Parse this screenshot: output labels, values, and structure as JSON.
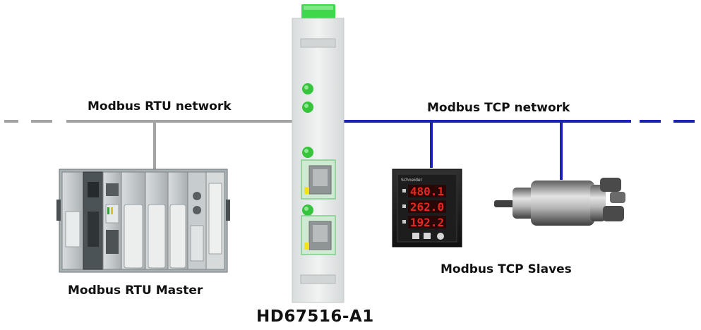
{
  "labels": {
    "rtu_network": "Modbus RTU network",
    "tcp_network": "Modbus TCP network",
    "rtu_master": "Modbus RTU Master",
    "tcp_slaves": "Modbus TCP Slaves",
    "device": "HD67516-A1"
  },
  "meter": {
    "brand": "Schneider",
    "readings": [
      "480.1",
      "262.0",
      "192.2"
    ]
  },
  "colors": {
    "rtu_line": "#a3a3a3",
    "tcp_line": "#1b23b5",
    "led": "#35c43c",
    "connector": "#3fd84a",
    "meter_display": "#e8281f"
  }
}
